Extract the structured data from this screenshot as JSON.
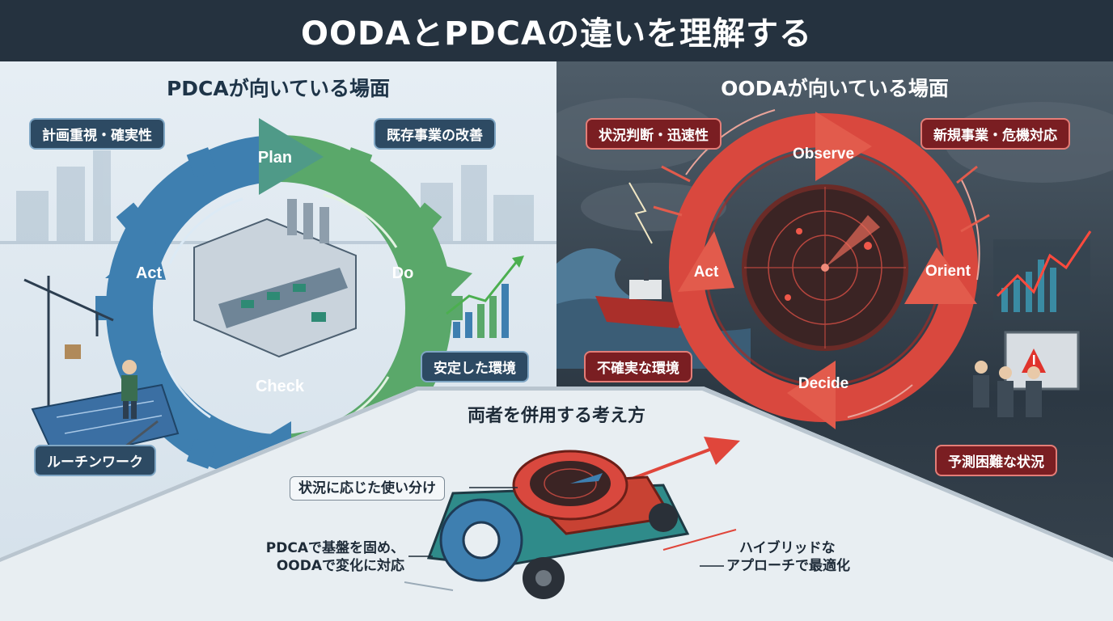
{
  "header": {
    "title": "OODAとPDCAの違いを理解する"
  },
  "pdca": {
    "title": "PDCAが向いている場面",
    "tags": {
      "top_left": "計画重視・確実性",
      "top_right": "既存事業の改善",
      "bottom_right": "安定した環境",
      "bottom_left": "ルーチンワーク"
    },
    "cycle": {
      "plan": "Plan",
      "do": "Do",
      "check": "Check",
      "act": "Act"
    }
  },
  "ooda": {
    "title": "OODAが向いている場面",
    "tags": {
      "top_left": "状況判断・迅速性",
      "top_right": "新規事業・危機対応",
      "bottom_left": "不確実な環境",
      "bottom_right": "予測困難な状況"
    },
    "cycle": {
      "observe": "Observe",
      "orient": "Orient",
      "decide": "Decide",
      "act": "Act"
    }
  },
  "combined": {
    "title": "両者を併用する考え方",
    "note_top": "状況に応じた使い分け",
    "note_left_1": "PDCAで基盤を固め、",
    "note_left_2": "OODAで変化に対応",
    "note_right_1": "ハイブリッドな",
    "note_right_2": "アプローチで最適化"
  },
  "colors": {
    "pdca_blue": "#3e7fb0",
    "pdca_green": "#5aa86a",
    "ooda_red": "#d9483e",
    "header_bg": "#25323f"
  }
}
